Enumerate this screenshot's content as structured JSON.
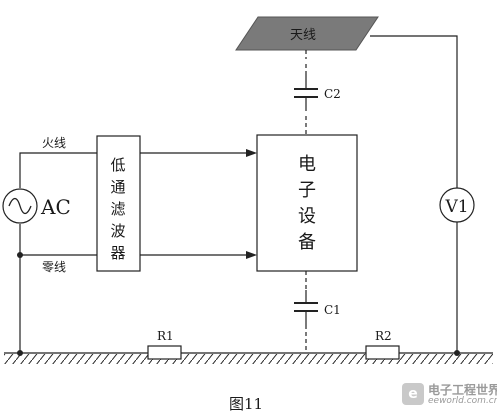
{
  "figure": {
    "caption": "图11",
    "antenna_label": "天线",
    "live_wire_label": "火线",
    "neutral_wire_label": "零线",
    "source_label": "AC",
    "filter_label_lines": [
      "低",
      "通",
      "滤",
      "波",
      "器"
    ],
    "device_label_lines": [
      "电",
      "子",
      "设",
      "备"
    ],
    "voltmeter_label": "V1",
    "capacitor_top_label": "C2",
    "capacitor_bottom_label": "C1",
    "resistor_left_label": "R1",
    "resistor_right_label": "R2"
  },
  "watermark": {
    "title": "电子工程世界",
    "site": "eeworld.com.cn",
    "logo_glyph": "e"
  }
}
